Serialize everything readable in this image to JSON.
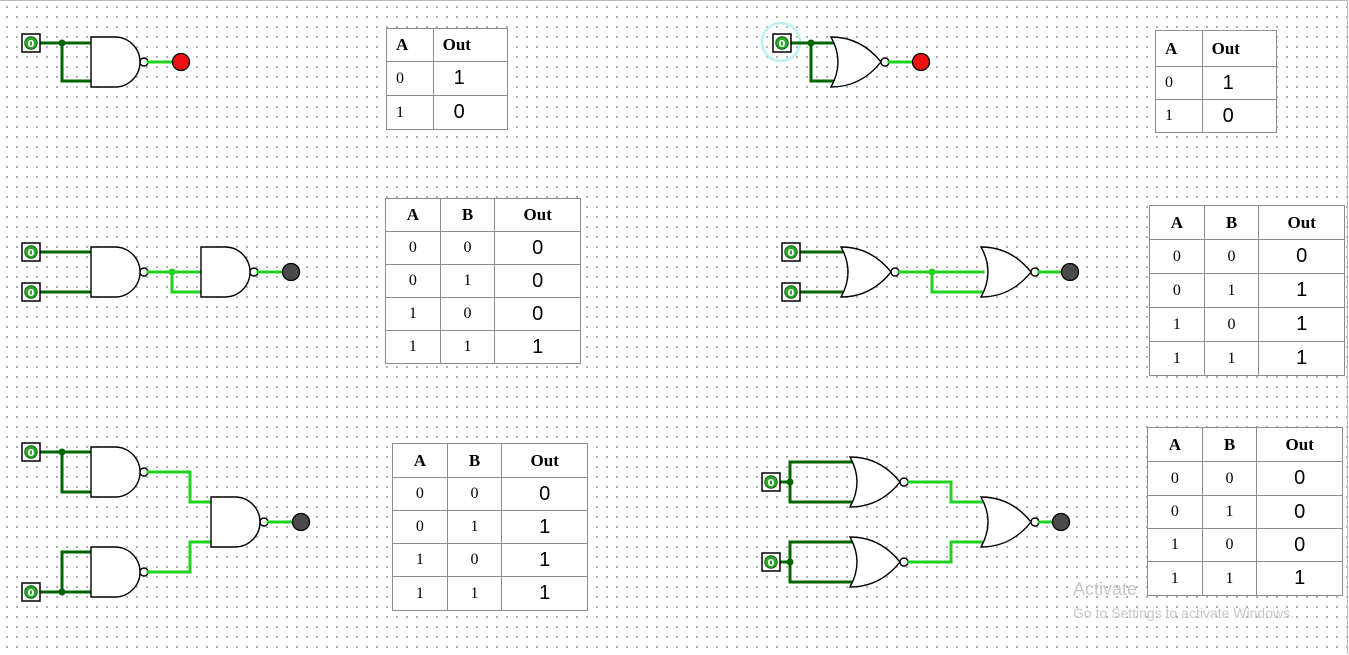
{
  "input_value": "0",
  "colors": {
    "wire_dark": "#006400",
    "wire_bright": "#1fd21f",
    "led_red": "#ee1111",
    "led_off": "#4a4a4a",
    "gate_stroke": "#000000"
  },
  "circuits": [
    {
      "id": "nand-not",
      "gate": "NAND",
      "inputs": 1,
      "output_state": "red-led"
    },
    {
      "id": "nor-not",
      "gate": "NOR",
      "inputs": 1,
      "output_state": "red-led",
      "selected_input": true
    },
    {
      "id": "nand-and",
      "gate": "NAND",
      "inputs": 2,
      "output_state": "off-led"
    },
    {
      "id": "nor-or",
      "gate": "NOR",
      "inputs": 2,
      "output_state": "off-led"
    },
    {
      "id": "nand-or",
      "gate": "NAND",
      "inputs": 2,
      "output_state": "off-led"
    },
    {
      "id": "nor-and",
      "gate": "NOR",
      "inputs": 2,
      "output_state": "off-led"
    }
  ],
  "tables": {
    "nand_not": {
      "headers": [
        "A",
        "Out"
      ],
      "rows": [
        [
          "0",
          "1"
        ],
        [
          "1",
          "0"
        ]
      ]
    },
    "nor_not": {
      "headers": [
        "A",
        "Out"
      ],
      "rows": [
        [
          "0",
          "1"
        ],
        [
          "1",
          "0"
        ]
      ]
    },
    "nand_and": {
      "headers": [
        "A",
        "B",
        "Out"
      ],
      "rows": [
        [
          "0",
          "0",
          "0"
        ],
        [
          "0",
          "1",
          "0"
        ],
        [
          "1",
          "0",
          "0"
        ],
        [
          "1",
          "1",
          "1"
        ]
      ]
    },
    "nor_or": {
      "headers": [
        "A",
        "B",
        "Out"
      ],
      "rows": [
        [
          "0",
          "0",
          "0"
        ],
        [
          "0",
          "1",
          "1"
        ],
        [
          "1",
          "0",
          "1"
        ],
        [
          "1",
          "1",
          "1"
        ]
      ]
    },
    "nand_or": {
      "headers": [
        "A",
        "B",
        "Out"
      ],
      "rows": [
        [
          "0",
          "0",
          "0"
        ],
        [
          "0",
          "1",
          "1"
        ],
        [
          "1",
          "0",
          "1"
        ],
        [
          "1",
          "1",
          "1"
        ]
      ]
    },
    "nor_and": {
      "headers": [
        "A",
        "B",
        "Out"
      ],
      "rows": [
        [
          "0",
          "0",
          "0"
        ],
        [
          "0",
          "1",
          "0"
        ],
        [
          "1",
          "0",
          "0"
        ],
        [
          "1",
          "1",
          "1"
        ]
      ]
    }
  },
  "watermark": {
    "title": "Activate",
    "subtitle": "Go to Settings to activate Windows."
  }
}
